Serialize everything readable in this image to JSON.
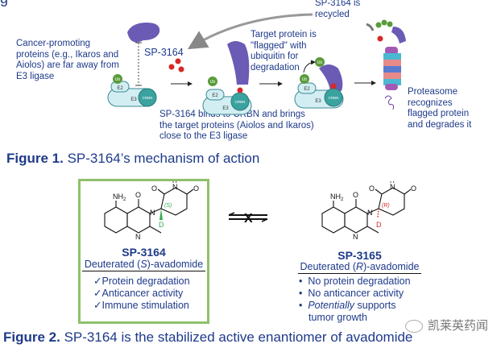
{
  "figure1": {
    "caption_label": "Figure 1.",
    "caption_text": " SP-3164’s mechanism of action",
    "left_text": "Cancer-promoting proteins (e.g., Ikaros and Aiolos) are far away from E3 ligase",
    "drug_label": "SP-3164",
    "binding_text": "SP-3164 binds to CRBN and brings the target proteins (Aiolos and Ikaros) close to the E3 ligase",
    "flagged_text": "Target protein is \"flagged\" with ubiquitin for degradation",
    "recycled_text": "SP-3164 is recycled",
    "proteasome_text": "Proteasome recognizes flagged protein and degrades it",
    "complex_labels": {
      "ub": "Ub",
      "e2": "E2",
      "e3": "E3",
      "crbn": "CRBN"
    }
  },
  "figure2": {
    "caption_label": "Figure 2.",
    "caption_text": " SP-3164 is the stabilized active enantiomer of avadomide",
    "active": {
      "name": "SP-3164",
      "subtitle_pre": "Deuterated (",
      "subtitle_stereo": "S",
      "subtitle_post": ")-avadomide",
      "stereo_label": "(S)",
      "features": [
        "Protein degradation",
        "Anticancer activity",
        "Immune stimulation"
      ],
      "mark": "✓"
    },
    "inactive": {
      "name": "SP-3165",
      "subtitle_pre": "Deuterated (",
      "subtitle_stereo": "R",
      "subtitle_post": ")-avadomide",
      "stereo_label": "(R)",
      "features_plain": [
        "No protein degradation",
        "No anticancer activity"
      ],
      "feature_italic": "Potentially",
      "feature_rest": " supports tumor growth",
      "mark": "•"
    },
    "atoms": {
      "nh2": "NH",
      "nh2_sub": "2",
      "o": "O",
      "n": "N",
      "h": "H",
      "d": "D"
    },
    "equilibrium_block": "X"
  },
  "watermark": "凯莱英药闻",
  "colors": {
    "text_blue": "#1e3a8a",
    "box_green": "#8fc06a",
    "drug_red": "#d62828",
    "protein_purple": "#6b5bb5",
    "ub_green": "#5a9b3a",
    "e3_fill": "#d3eef2",
    "crbn_teal": "#3aa3a0",
    "s_label_green": "#3aaa55",
    "r_label_red": "#d62828"
  }
}
